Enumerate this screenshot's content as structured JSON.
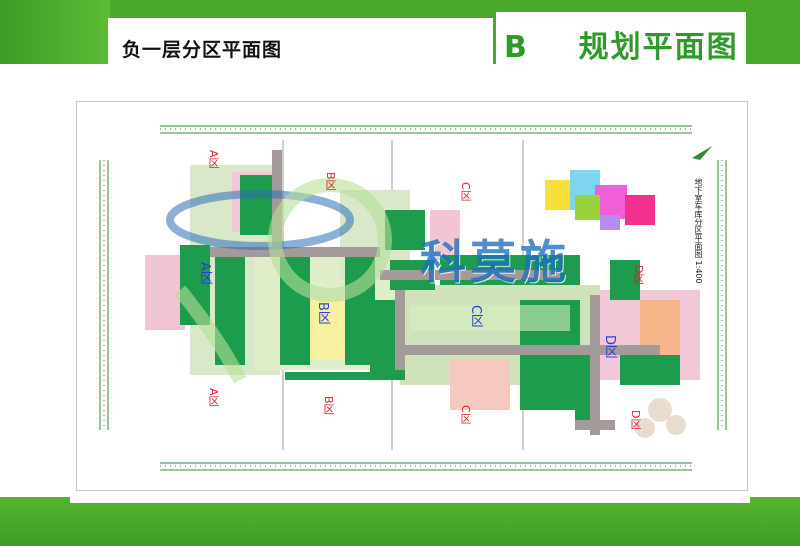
{
  "header": {
    "left_title": "负一层分区平面图",
    "right_title": "B    规划平面图"
  },
  "drawing": {
    "note": "地下室车库分区平面图 1:400",
    "watermark": "科莫施",
    "zones": {
      "a_top": "A区",
      "a_bottom": "A区",
      "a_mid": "A区",
      "b_top": "B区",
      "b_bottom": "B区",
      "b_mid": "B区",
      "c_top": "C区",
      "c_bottom": "C区",
      "c_mid": "C区",
      "d_top": "D区",
      "d_bottom": "D区",
      "d_mid": "D区"
    }
  },
  "colors": {
    "brand_green": "#4aa92a",
    "zone_red": "#d2262b",
    "zone_blue": "#2c3fcf"
  }
}
